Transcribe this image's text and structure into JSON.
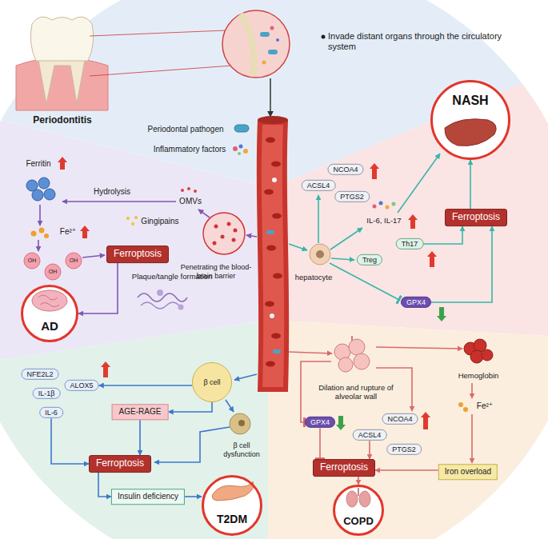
{
  "diagram": {
    "nodes": [
      {
        "text": [
          "Ferroptosis"
        ]
      },
      {
        "text": [
          "AD"
        ]
      },
      {
        "text": [
          "NCOA4"
        ]
      },
      {
        "text": [
          "ACSL4"
        ]
      },
      {
        "text": [
          "PTGS2"
        ]
      },
      {
        "text": [
          "NASH"
        ]
      },
      {
        "text": [
          "Ferroptosis"
        ]
      },
      {
        "text": [
          "Th17"
        ]
      },
      {
        "text": [
          "Treg"
        ]
      },
      {
        "text": [
          "GPX4"
        ]
      },
      {
        "text": [
          "β cell"
        ]
      },
      {
        "text": [
          "NFE2L2"
        ]
      },
      {
        "text": [
          "ALOX5"
        ]
      },
      {
        "text": [
          "IL-1β"
        ]
      },
      {
        "text": [
          "IL-6"
        ]
      },
      {
        "text": [
          "AGE-RAGE"
        ]
      },
      {
        "text": [
          "Ferroptosis"
        ]
      },
      {
        "text": [
          "Insulin deficiency"
        ]
      },
      {
        "text": [
          "T2DM"
        ]
      },
      {
        "text": [
          "GPX4"
        ]
      },
      {
        "text": [
          "NCOA4"
        ]
      },
      {
        "text": [
          "ACSL4"
        ]
      },
      {
        "text": [
          "PTGS2"
        ]
      },
      {
        "text": [
          "Ferroptosis"
        ]
      },
      {
        "text": [
          "Iron overload"
        ]
      },
      {
        "text": [
          "COPD"
        ]
      }
    ],
    "edges": [
      {
        "from": 0,
        "to": 1,
        "arrow": "to"
      },
      {
        "from": 6,
        "to": 5,
        "arrow": "to"
      },
      {
        "from": 7,
        "to": 6,
        "arrow": "to"
      },
      {
        "from": 9,
        "to": 6,
        "arrow": "to"
      },
      {
        "from": 10,
        "to": 12,
        "arrow": "to"
      },
      {
        "from": 10,
        "to": 15,
        "arrow": "to"
      },
      {
        "from": 14,
        "to": 16,
        "arrow": "to"
      },
      {
        "from": 15,
        "to": 16,
        "arrow": "to"
      },
      {
        "from": 16,
        "to": 17,
        "arrow": "to"
      },
      {
        "from": 17,
        "to": 18,
        "arrow": "to"
      },
      {
        "from": 19,
        "to": 23,
        "arrow": "to"
      },
      {
        "from": 21,
        "to": 23,
        "arrow": "to"
      },
      {
        "from": 24,
        "to": 23,
        "arrow": "to"
      },
      {
        "from": 23,
        "to": 25,
        "arrow": "to"
      }
    ],
    "labels": [
      "Invade distant organs through the circulatory system",
      "Periodontitis",
      "Ferritin",
      "Hydrolysis",
      "OMVs",
      "Gingipains",
      "Fe²⁺",
      "OH",
      "OH",
      "OH",
      "Penetrating the blood-brain barrier",
      "Plaque/tangle formation",
      "IL-6, IL-17",
      "hepatocyte",
      "β cell dysfunction",
      "Dilation and rupture of alveolar wall",
      "Hemoglobin",
      "Fe²⁺"
    ],
    "legend": [
      {
        "text": "Periodontal pathogen"
      },
      {
        "text": "Inflammatory factors"
      }
    ]
  }
}
